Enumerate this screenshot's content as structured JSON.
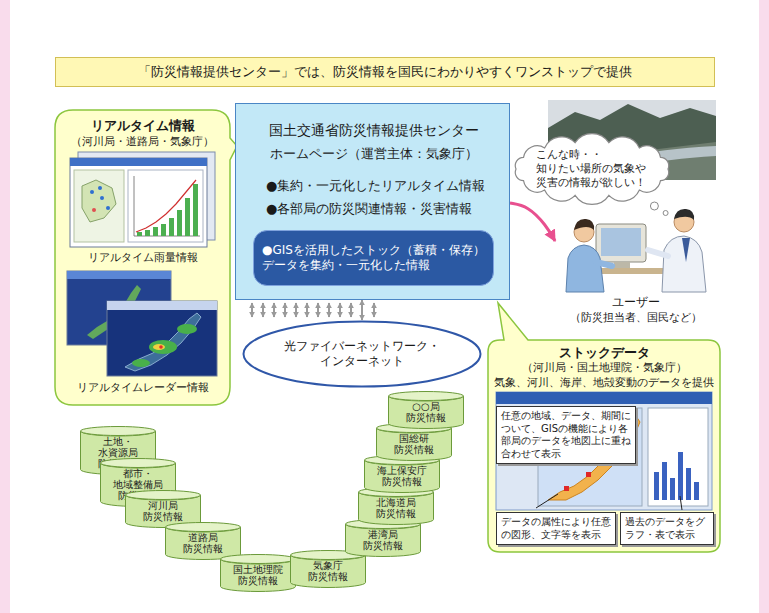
{
  "diagram": {
    "title": "「防災情報提供センター」では、防災情報を国民にわかりやすくワンストップで提供",
    "nodes": [
      {
        "text": [
          "リアルタイム情報",
          "（河川局・道路局・気象庁）",
          "リアルタイム雨量情報",
          "リアルタイムレーダー情報"
        ]
      },
      {
        "text": [
          "国土交通省防災情報提供センター",
          "ホームページ（運営主体：気象庁）",
          "●集約・一元化したリアルタイム情報",
          "●各部局の防災関連情報・災害情報"
        ]
      },
      {
        "text": [
          "●GISを活用したストック（蓄積・保存） データを集約・一元化した情報"
        ],
        "in": 1
      },
      {
        "text": [
          "こんな時・・ 知りたい場所の気象や 災害の情報が欲しい！"
        ]
      },
      {
        "text": [
          "ユーザー",
          "（防災担当者、国民など）"
        ]
      },
      {
        "text": [
          "光ファイバーネットワーク・ インターネット"
        ]
      },
      {
        "text": [
          "ストックデータ",
          "（河川局・国土地理院・気象庁）",
          "気象、河川、海岸、地殻変動のデータを提供"
        ]
      },
      {
        "text": [
          "任意の地域、データ、期間について、GISの機能により各部局のデータを地図上に重ね合わせて表示"
        ],
        "in": 6
      },
      {
        "text": [
          "データの属性により任意の図形、文字等を表示"
        ],
        "in": 6
      },
      {
        "text": [
          "過去のデータをグラフ・表で表示"
        ],
        "in": 6
      },
      {
        "text": [
          "土地・水資源局 防災情報"
        ]
      },
      {
        "text": [
          "都市・地域整備局 防災情報"
        ]
      },
      {
        "text": [
          "河川局 防災情報"
        ]
      },
      {
        "text": [
          "道路局 防災情報"
        ]
      },
      {
        "text": [
          "国土地理院 防災情報"
        ]
      },
      {
        "text": [
          "気象庁 防災情報"
        ]
      },
      {
        "text": [
          "港湾局 防災情報"
        ]
      },
      {
        "text": [
          "北海道局 防災情報"
        ]
      },
      {
        "text": [
          "海上保安庁 防災情報"
        ]
      },
      {
        "text": [
          "国総研 防災情報"
        ]
      },
      {
        "text": [
          "○○局 防災情報"
        ]
      }
    ],
    "edges": [
      {
        "from": 1,
        "to": 4,
        "arrow": "to"
      },
      {
        "from": 5,
        "to": 1,
        "arrow": "both"
      }
    ]
  }
}
